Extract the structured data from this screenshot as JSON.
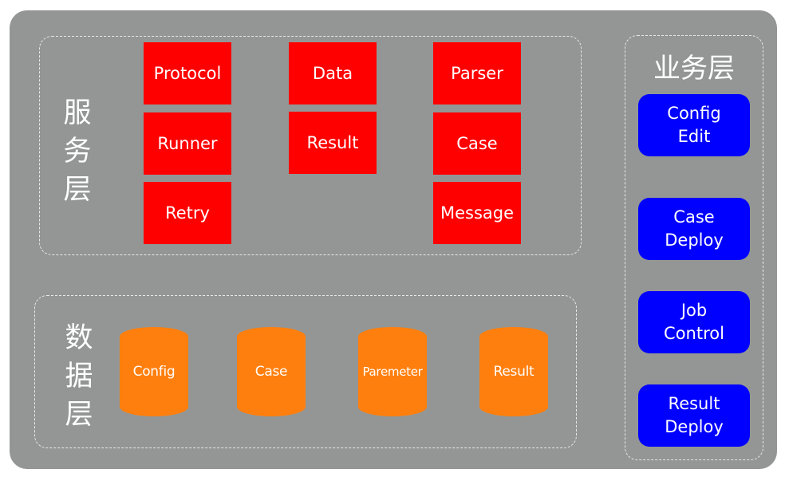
{
  "service_layer": {
    "label": [
      "服",
      "务",
      "层"
    ],
    "modules": [
      {
        "label": "Protocol"
      },
      {
        "label": "Data"
      },
      {
        "label": "Parser"
      },
      {
        "label": "Runner"
      },
      {
        "label": "Result"
      },
      {
        "label": "Case"
      },
      {
        "label": "Retry"
      },
      {
        "label": "Message"
      }
    ]
  },
  "data_layer": {
    "label": [
      "数",
      "据",
      "层"
    ],
    "stores": [
      {
        "label": "Config"
      },
      {
        "label": "Case"
      },
      {
        "label": "Paremeter"
      },
      {
        "label": "Result"
      }
    ]
  },
  "business_layer": {
    "title": "业务层",
    "actions": [
      {
        "line1": "Config",
        "line2": "Edit"
      },
      {
        "line1": "Case",
        "line2": "Deploy"
      },
      {
        "line1": "Job",
        "line2": "Control"
      },
      {
        "line1": "Result",
        "line2": "Deploy"
      }
    ]
  },
  "colors": {
    "background": "#939695",
    "service_module": "#ff0000",
    "data_store": "#ff7f0e",
    "business_action": "#0000ff"
  }
}
